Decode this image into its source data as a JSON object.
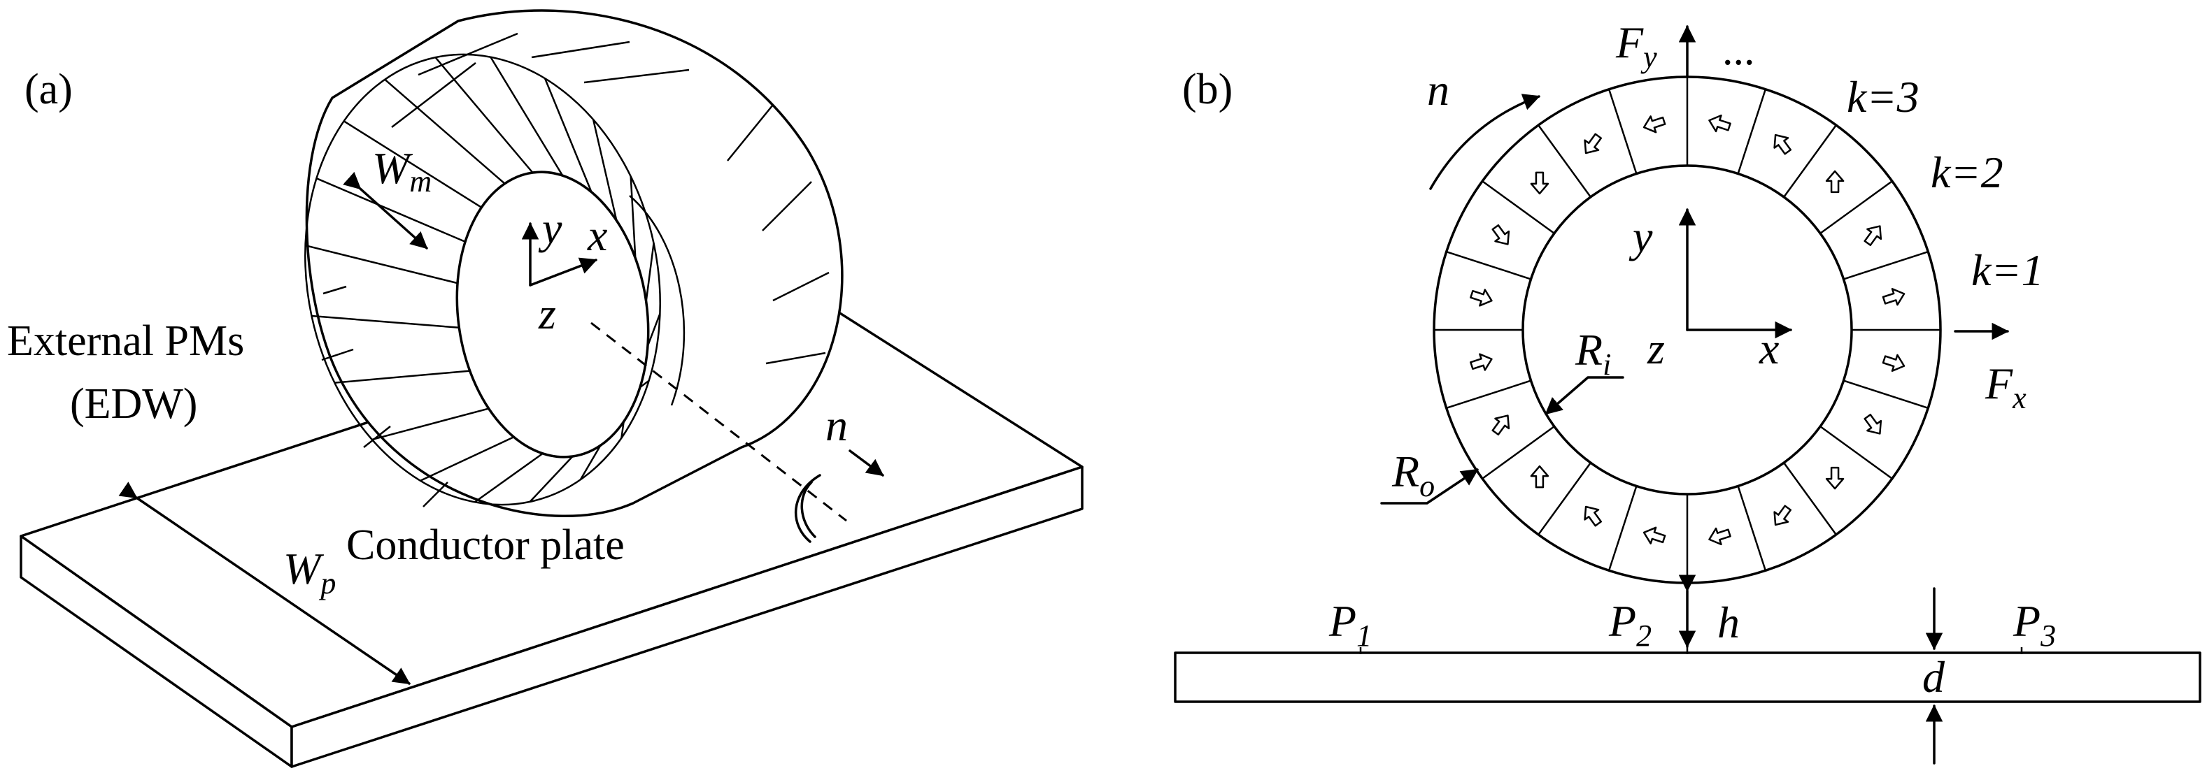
{
  "panel_a": {
    "tag": "(a)",
    "label_external": "External PMs",
    "label_edw": "(EDW)",
    "label_plate": "Conductor plate",
    "wm_main": "W",
    "wm_sub": "m",
    "wp_main": "W",
    "wp_sub": "p",
    "axis_x": "x",
    "axis_y": "y",
    "axis_z": "z",
    "rot": "n"
  },
  "panel_b": {
    "tag": "(b)",
    "rot": "n",
    "fy_main": "F",
    "fy_sub": "y",
    "fx_main": "F",
    "fx_sub": "x",
    "dots": "...",
    "k1": "k=1",
    "k2": "k=2",
    "k3": "k=3",
    "axis_x": "x",
    "axis_y": "y",
    "axis_z": "z",
    "ri_main": "R",
    "ri_sub": "i",
    "ro_main": "R",
    "ro_sub": "o",
    "p1_main": "P",
    "p1_sub": "1",
    "p2_main": "P",
    "p2_sub": "2",
    "p3_main": "P",
    "p3_sub": "3",
    "h": "h",
    "d": "d"
  },
  "ring": {
    "segments": 20
  }
}
